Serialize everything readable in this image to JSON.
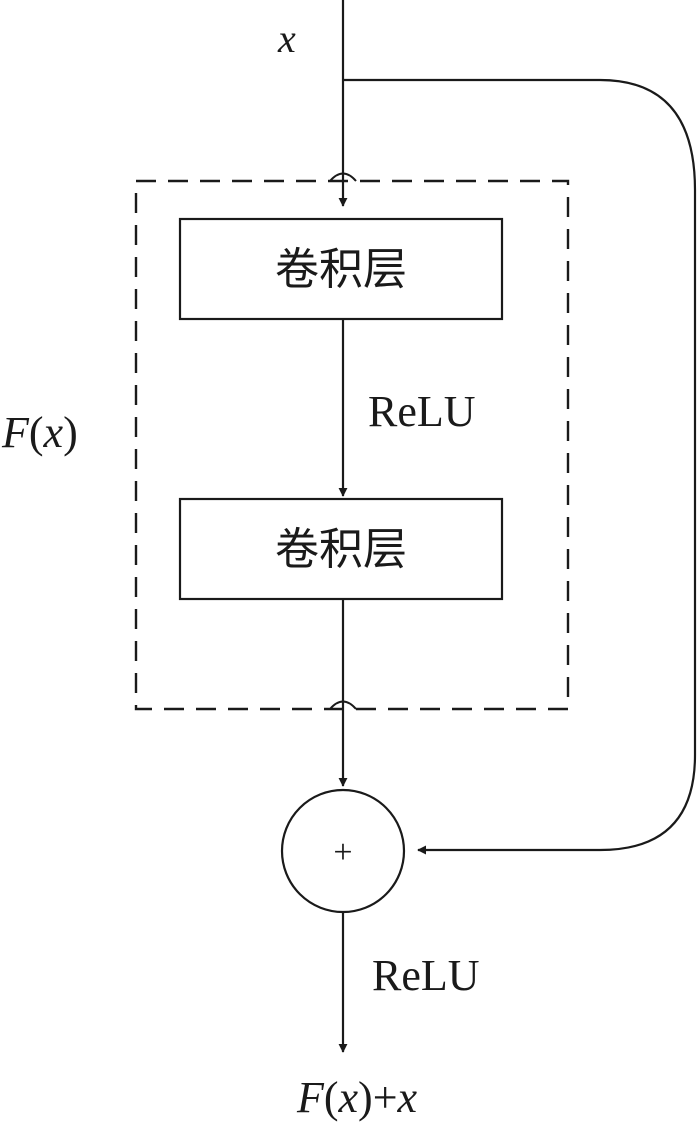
{
  "input": {
    "label": "x"
  },
  "residual_function": {
    "label_f": "F",
    "label_paren_open": "(",
    "label_var": "x",
    "label_paren_close": ")"
  },
  "layers": [
    {
      "label": "卷积层"
    },
    {
      "label": "卷积层"
    }
  ],
  "activations": {
    "inner": "ReLU",
    "outer": "ReLU"
  },
  "sum_node": {
    "symbol": "+"
  },
  "output": {
    "label_f": "F",
    "label_paren_open": "(",
    "label_var": "x",
    "label_paren_close": ")",
    "label_plus": "+",
    "label_x": "x"
  },
  "colors": {
    "stroke": "#1a1a1a",
    "background": "#ffffff"
  }
}
